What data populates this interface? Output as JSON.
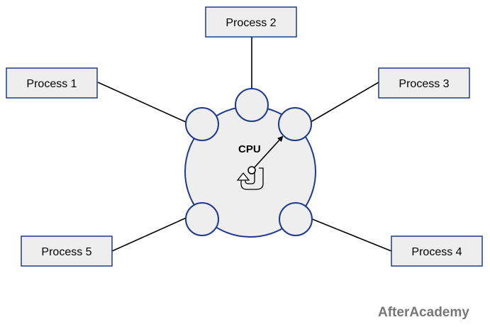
{
  "diagram": {
    "processes": [
      "Process 1",
      "Process 2",
      "Process 3",
      "Process 4",
      "Process 5"
    ],
    "cpu_label": "CPU"
  },
  "brand": "AfterAcademy",
  "colors": {
    "box_fill": "#eeeeee",
    "stroke": "#1f3a8a",
    "brand_text": "#777777"
  },
  "icons": [
    "round-robin-arrow-icon",
    "cpu-pointer-icon"
  ]
}
